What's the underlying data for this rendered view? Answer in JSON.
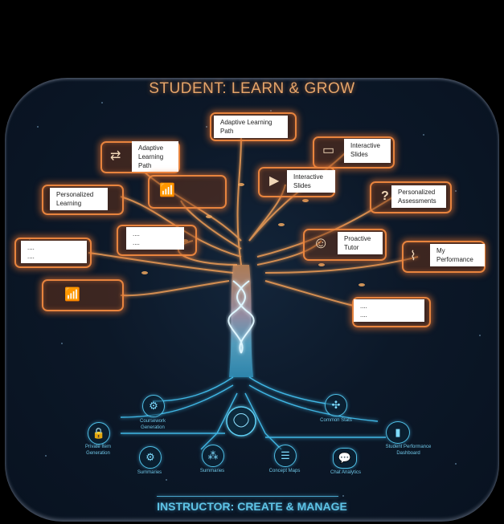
{
  "header": {
    "title": "STUDENT: LEARN & GROW"
  },
  "footer": {
    "title": "INSTRUCTOR: CREATE & MANAGE"
  },
  "student_nodes": [
    {
      "id": "adaptive-path-top",
      "label_line1": "Adaptive Learning",
      "label_line2": "Path",
      "icon": "none"
    },
    {
      "id": "adaptive-path-left",
      "label_line1": "Adaptive",
      "label_line2": "Learning",
      "label_line3": "Path",
      "icon": "swap-arrows-icon"
    },
    {
      "id": "interactive-slides-right",
      "label_line1": "Interactive",
      "label_line2": "Slides",
      "icon": "presentation-board-icon"
    },
    {
      "id": "interactive-slides-center",
      "label_line1": "Interactive",
      "label_line2": "Slides",
      "icon": "play-screen-icon"
    },
    {
      "id": "personalized-learning",
      "label_line1": "Personalized",
      "label_line2": "Learning",
      "icon": "none"
    },
    {
      "id": "growth-chart-upper",
      "icon": "bar-growth-chart-icon"
    },
    {
      "id": "personalized-assessments",
      "label_line1": "Personalized",
      "label_line2": "Assessments",
      "icon": "question-mark-icon"
    },
    {
      "id": "placeholder-center-left",
      "label_line1": "....",
      "label_line2": "....",
      "icon": "none"
    },
    {
      "id": "placeholder-far-left",
      "label_line1": "....",
      "label_line2": "....",
      "icon": "none"
    },
    {
      "id": "proactive-tutor",
      "label_line1": "Proactive",
      "label_line2": "Tutor",
      "icon": "smiley-face-icon"
    },
    {
      "id": "my-performance",
      "label_line1": "My",
      "label_line2": "Performance",
      "icon": "line-chart-icon"
    },
    {
      "id": "growth-chart-lower",
      "icon": "bar-growth-chart-icon"
    },
    {
      "id": "placeholder-right",
      "label_line1": "....",
      "label_line2": "....",
      "icon": "none"
    }
  ],
  "instructor_nodes": [
    {
      "label": "Coursework Generation",
      "icon": "gear-icon"
    },
    {
      "label": "Private Item Generation",
      "icon": "lock-icon"
    },
    {
      "label": "Summaries",
      "icon": "gears-icon"
    },
    {
      "label": "Summaries",
      "icon": "network-nodes-icon"
    },
    {
      "label": "Concept Maps",
      "icon": "list-icon"
    },
    {
      "label": "Chat Analytics",
      "icon": "chat-bubbles-icon"
    },
    {
      "label": "Common Stats",
      "icon": "hub-icon"
    },
    {
      "label": "Student Performance Dashboard",
      "icon": "bar-chart-icon"
    }
  ],
  "glyphs": {
    "swap": "⇄",
    "chart": "📶",
    "board": "▭",
    "play": "▶",
    "question": "?",
    "smile": "☺",
    "line": "⌇",
    "gear": "⚙",
    "lock": "🔒",
    "gears": "⚙",
    "nodes": "⁂",
    "list": "☰",
    "chat": "💬",
    "hub": "✣",
    "bars": "▮"
  },
  "colors": {
    "accent_orange": "#e8843e",
    "accent_cyan": "#4fc0e6",
    "panel_bg": "#0c1828"
  }
}
